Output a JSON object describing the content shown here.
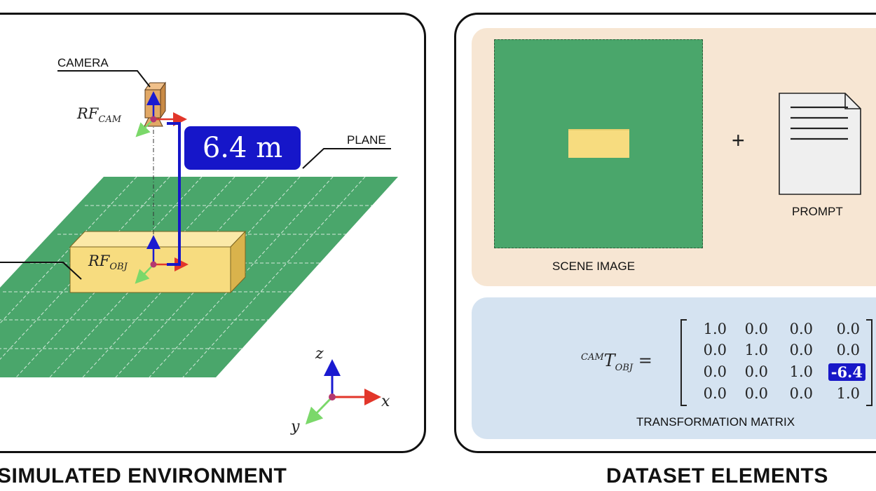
{
  "environment": {
    "caption": "SIMULATED ENVIRONMENT",
    "camera_label": "CAMERA",
    "plane_label": "PLANE",
    "rf_cam": {
      "base": "RF",
      "sub": "CAM"
    },
    "rf_obj": {
      "base": "RF",
      "sub": "OBJ"
    },
    "distance_label": "6.4 m",
    "axes": {
      "x": "x",
      "y": "y",
      "z": "z"
    }
  },
  "dataset": {
    "caption": "DATASET ELEMENTS",
    "scene_image_label": "SCENE IMAGE",
    "plus_sign": "+",
    "prompt_label": "PROMPT",
    "matrix_label": "TRANSFORMATION MATRIX",
    "matrix_symbol": {
      "sup": "CAM",
      "base": "T",
      "sub": "OBJ",
      "eq": "="
    },
    "matrix_rows": [
      [
        "1.0",
        "0.0",
        "0.0",
        "0.0"
      ],
      [
        "0.0",
        "1.0",
        "0.0",
        "0.0"
      ],
      [
        "0.0",
        "0.0",
        "1.0",
        "-6.4"
      ],
      [
        "0.0",
        "0.0",
        "0.0",
        "1.0"
      ]
    ]
  },
  "colors": {
    "plane_green": "#4aa66b",
    "object_yellow": "#f7dc7f",
    "highlight_blue": "#1616c9",
    "axis_x_red": "#e2362a",
    "axis_z_blue": "#1a1ad0",
    "axis_y_green": "#7bd86a",
    "scene_bg": "#f7e6d3",
    "matrix_bg": "#d5e3f1"
  }
}
